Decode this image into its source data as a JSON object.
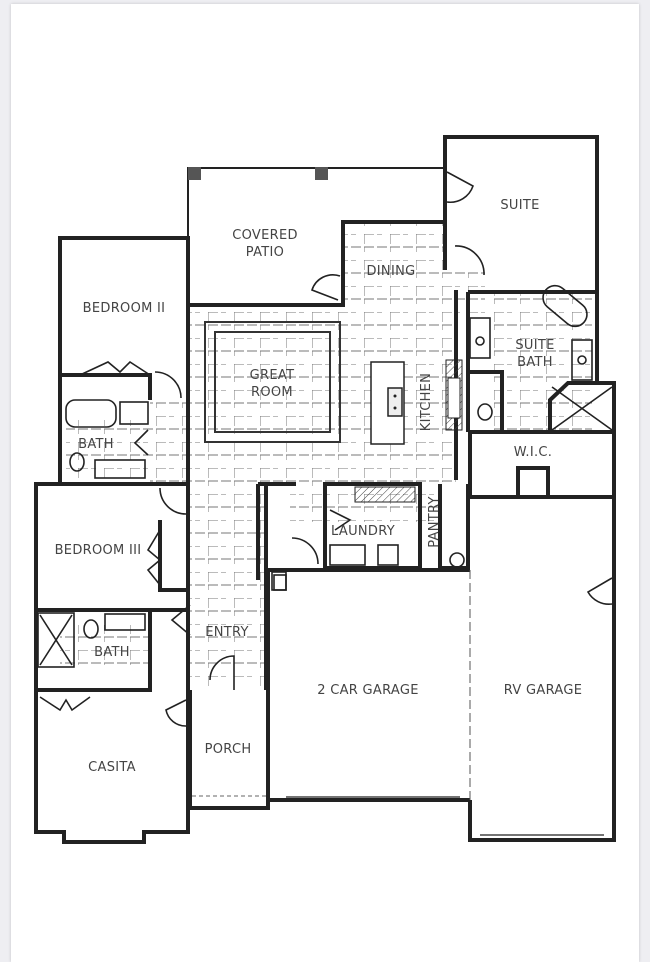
{
  "plan": {
    "rooms": {
      "covered_patio": [
        "COVERED",
        "PATIO"
      ],
      "suite": "SUITE",
      "dining": "DINING",
      "bedroom_ii": "BEDROOM II",
      "great_room": [
        "GREAT",
        "ROOM"
      ],
      "kitchen": "KITCHEN",
      "suite_bath": [
        "SUITE",
        "BATH"
      ],
      "bath_1": "BATH",
      "wic": "W.I.C.",
      "laundry": "LAUNDRY",
      "pantry": "PANTRY",
      "bedroom_iii": "BEDROOM III",
      "entry": "ENTRY",
      "bath_2": "BATH",
      "two_car_garage": "2 CAR GARAGE",
      "rv_garage": "RV GARAGE",
      "porch": "PORCH",
      "casita": "CASITA"
    }
  }
}
